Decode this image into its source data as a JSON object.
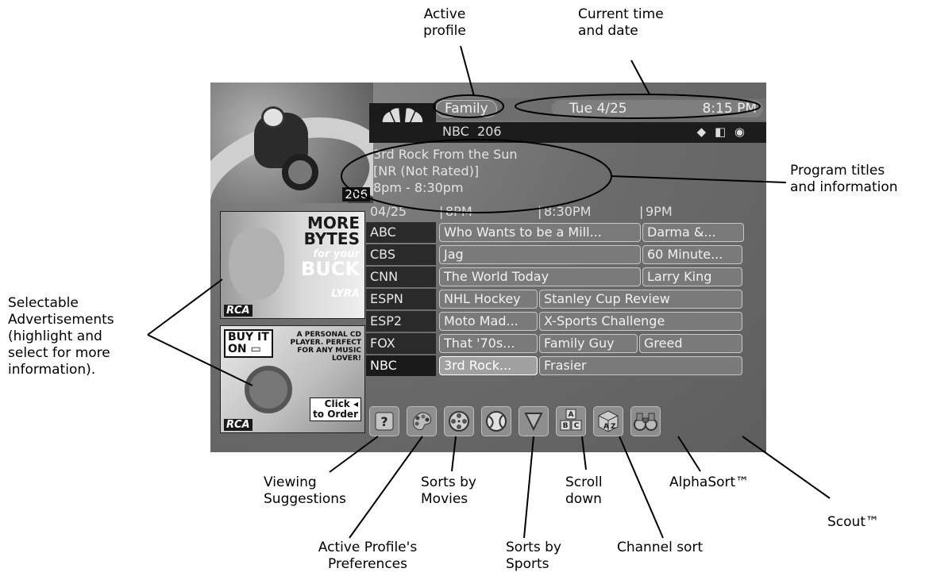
{
  "callouts": {
    "active_profile": [
      "Active",
      "profile"
    ],
    "current_time": [
      "Current time",
      "and date"
    ],
    "program_titles": [
      "Program titles",
      "and information"
    ],
    "ads": [
      "Selectable",
      "Advertisements",
      "(highlight and",
      "select for more",
      "information)."
    ],
    "viewing_suggestions": [
      "Viewing",
      "Suggestions"
    ],
    "active_profile_prefs": [
      "Active Profile's",
      "Preferences"
    ],
    "sorts_movies": [
      "Sorts by",
      "Movies"
    ],
    "sorts_sports": [
      "Sorts by",
      "Sports"
    ],
    "scroll_down": [
      "Scroll",
      "down"
    ],
    "channel_sort": [
      "Channel sort"
    ],
    "alphasort": [
      "AlphaSort™"
    ],
    "scout": [
      "Scout™"
    ]
  },
  "header": {
    "profile": "Family",
    "date": "Tue 4/25",
    "time": "8:15 PM",
    "channel_name": "NBC",
    "channel_number": "206",
    "picture_channel": "206"
  },
  "program": {
    "title": "3rd Rock From the Sun",
    "rating": "[NR (Not Rated)]",
    "time": "8pm - 8:30pm"
  },
  "guide": {
    "date": "04/25",
    "times": [
      "8PM",
      "8:30PM",
      "9PM"
    ],
    "rows": [
      {
        "channel": "ABC",
        "cells": [
          "Who Wants to be a Mill...",
          "Darma &..."
        ]
      },
      {
        "channel": "CBS",
        "cells": [
          "Jag",
          "60 Minute..."
        ]
      },
      {
        "channel": "CNN",
        "cells": [
          "The World Today",
          "Larry King"
        ]
      },
      {
        "channel": "ESPN",
        "cells": [
          "NHL Hockey",
          "Stanley Cup Review"
        ]
      },
      {
        "channel": "ESP2",
        "cells": [
          "Moto Mad...",
          "X-Sports Challenge"
        ]
      },
      {
        "channel": "FOX",
        "cells": [
          "That '70s...",
          "Family Guy",
          "Greed"
        ]
      },
      {
        "channel": "NBC",
        "cells": [
          "3rd Rock...",
          "Frasier"
        ]
      }
    ]
  },
  "ads": {
    "ad1": {
      "line1": "MORE",
      "line2": "BYTES",
      "line3": "for your",
      "line4": "BUCK",
      "product": "LYRA",
      "brand": "RCA"
    },
    "ad2": {
      "buy": "BUY IT",
      "on": "ON",
      "pitch": "A PERSONAL CD PLAYER. PERFECT FOR ANY MUSIC LOVER!",
      "click": "Click",
      "order": "to Order",
      "brand": "RCA"
    }
  },
  "colors": {
    "screen_bg": "#6a6a6a",
    "cell_bg": "#7a7a7a",
    "channel_bg": "#2a2a2a"
  },
  "icons": [
    "help-icon",
    "palette-icon",
    "film-reel-icon",
    "sports-ball-icon",
    "down-triangle-icon",
    "abc-blocks-icon",
    "az-cube-icon",
    "binoculars-icon"
  ]
}
